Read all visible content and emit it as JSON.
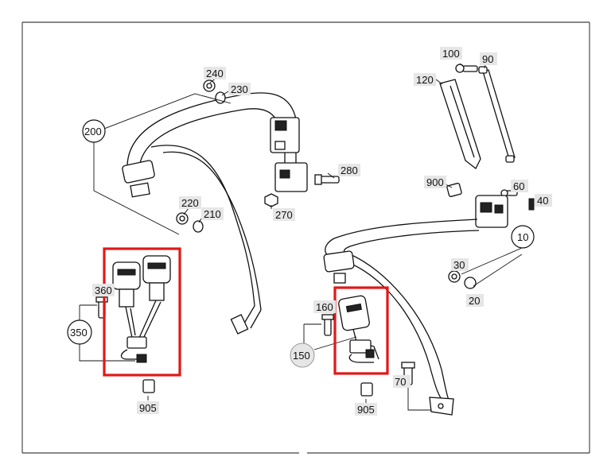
{
  "labels": {
    "l240": "240",
    "l230": "230",
    "l200": "200",
    "l280": "280",
    "l270": "270",
    "l220": "220",
    "l210": "210",
    "l360": "360",
    "l350": "350",
    "l905a": "905",
    "l100": "100",
    "l90": "90",
    "l120": "120",
    "l900": "900",
    "l60": "60",
    "l40": "40",
    "l10": "10",
    "l30": "30",
    "l20": "20",
    "l160": "160",
    "l150": "150",
    "l70": "70",
    "l905b": "905"
  },
  "colors": {
    "highlight": "#e11818",
    "line": "#111111",
    "label_bg": "#e6e6e6"
  }
}
